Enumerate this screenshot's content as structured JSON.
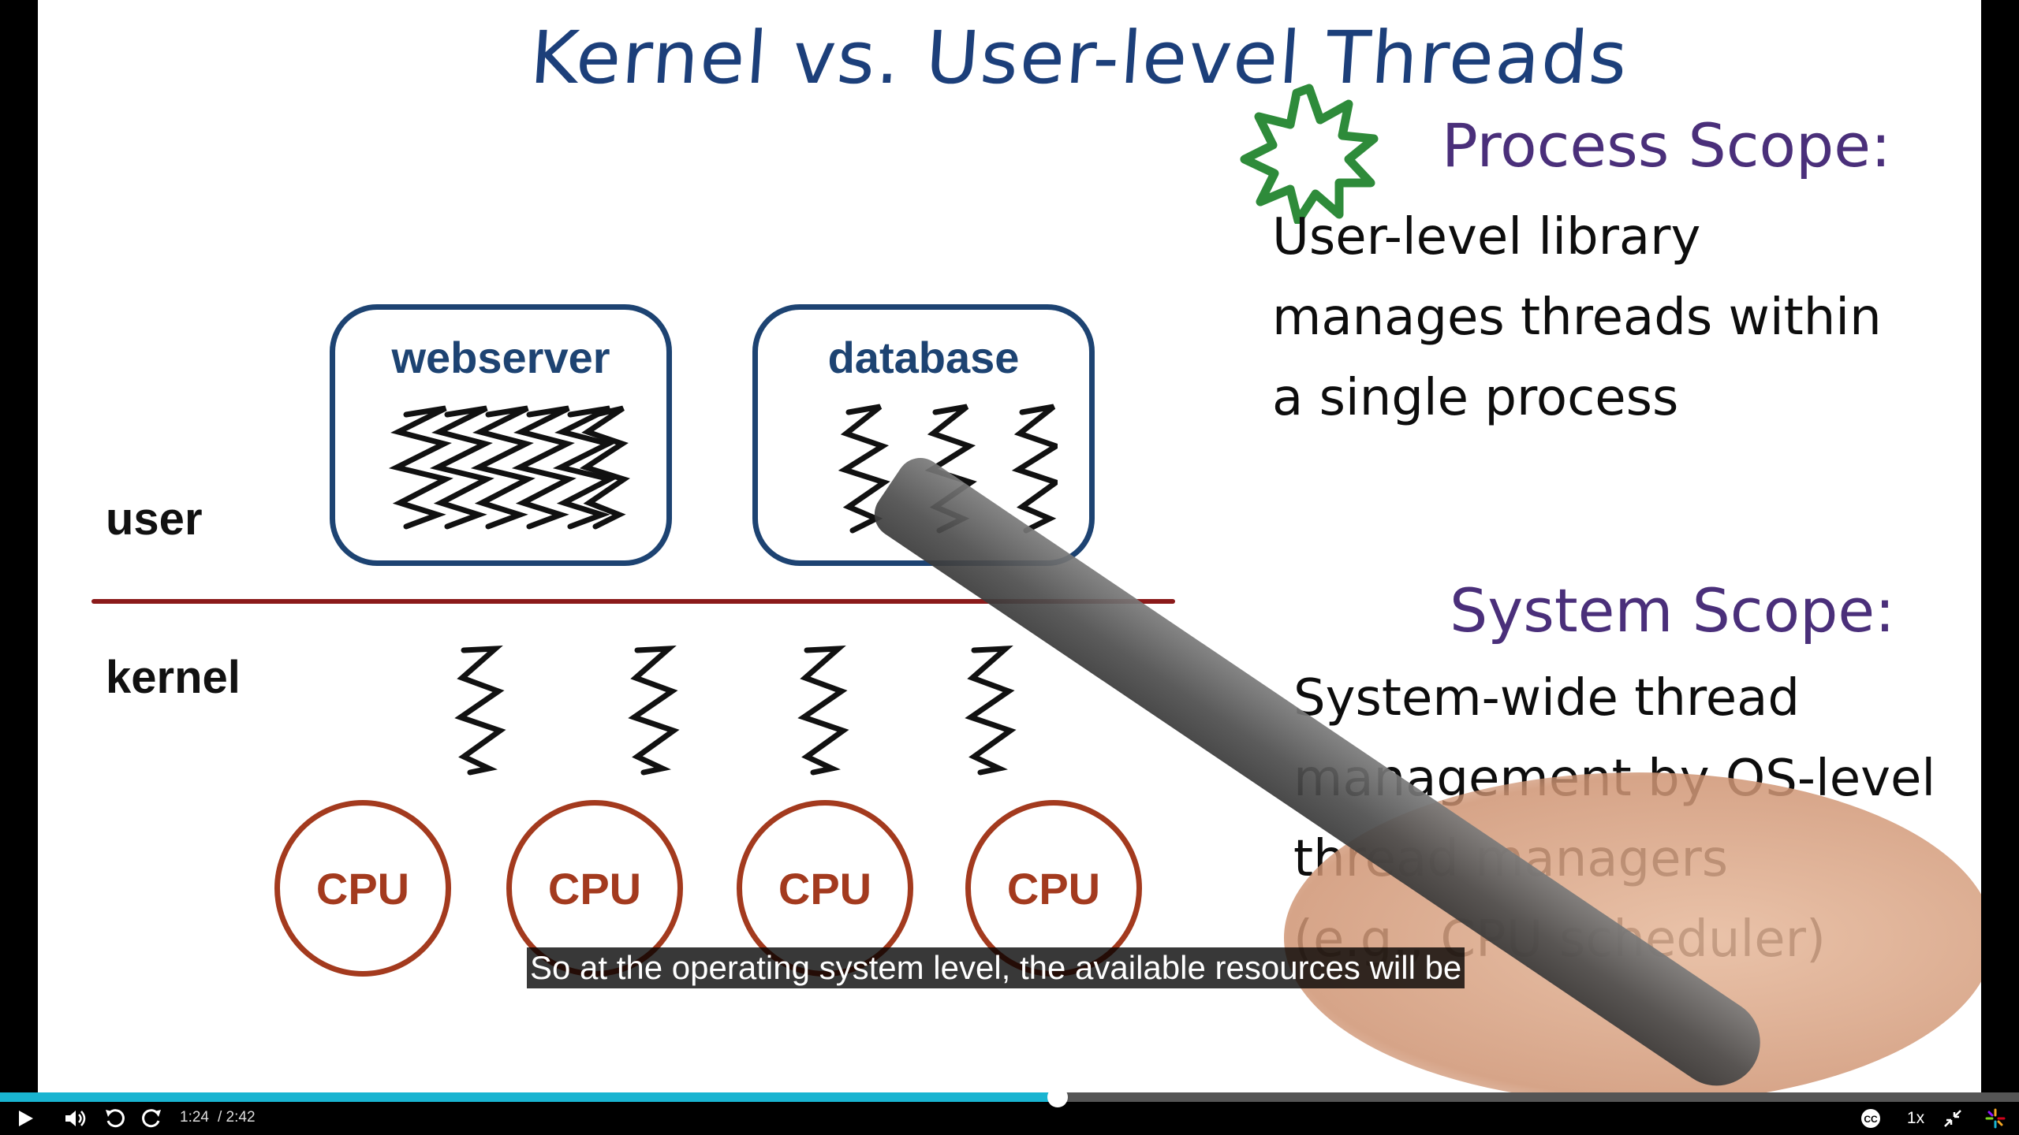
{
  "slide": {
    "title": "Kernel vs. User-level Threads",
    "boxes": [
      {
        "label": "webserver",
        "thread_count": 6
      },
      {
        "label": "database",
        "thread_count": 3
      }
    ],
    "layers": {
      "user": "user",
      "kernel": "kernel"
    },
    "kernel_thread_count": 4,
    "cpus": [
      "CPU",
      "CPU",
      "CPU",
      "CPU"
    ],
    "process_scope": {
      "title": "Process Scope:",
      "text": "User-level library\nmanages threads within\na single process"
    },
    "system_scope": {
      "title": "System Scope:",
      "text": "System-wide thread\nmanagement by OS-level\nthread managers\n(e.g., CPU scheduler)"
    }
  },
  "caption": "So at the operating system level, the available resources will be",
  "player": {
    "current_time": "1:24",
    "duration": "/ 2:42",
    "progress_fraction": 0.524,
    "speed": "1x",
    "accent_color": "#19b4d1",
    "icons": [
      "play-icon",
      "volume-icon",
      "rewind-icon",
      "forward-icon",
      "cc-icon",
      "exit-fullscreen-icon",
      "logo-icon"
    ]
  }
}
